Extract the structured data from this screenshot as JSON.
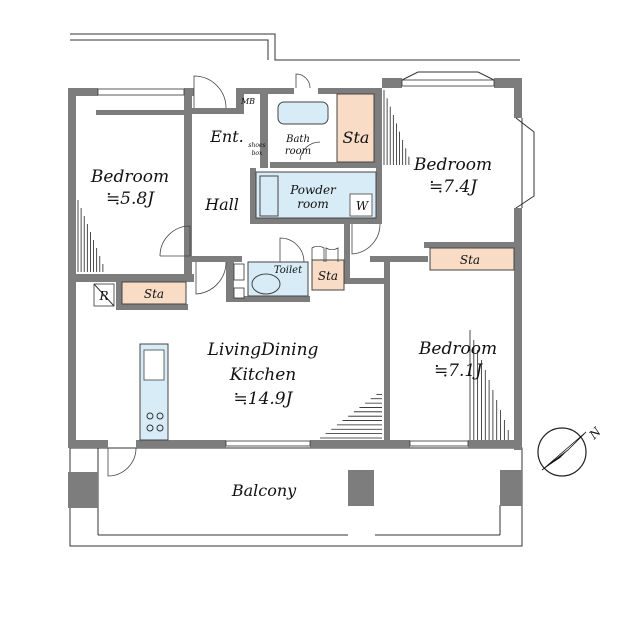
{
  "rooms": {
    "bedroom_left": {
      "name": "Bedroom",
      "size": "≒5.8J"
    },
    "bedroom_top_right": {
      "name": "Bedroom",
      "size": "≒7.4J"
    },
    "bedroom_right": {
      "name": "Bedroom",
      "size": "≒7.1J"
    },
    "ldk": {
      "name_line1": "LivingDining",
      "name_line2": "Kitchen",
      "size": "≒14.9J"
    },
    "entrance": "Ent.",
    "hall": "Hall",
    "bath_line1": "Bath",
    "bath_line2": "room",
    "powder_line1": "Powder",
    "powder_line2": "room",
    "washer": "W",
    "toilet": "Toilet",
    "balcony": "Balcony",
    "meter_box": "MB",
    "shoes_box_line1": "shoes",
    "shoes_box_line2": "box",
    "refrigerator": "R"
  },
  "storage": {
    "bath_side": "Sta",
    "toilet_side": "Sta",
    "left_bedroom": "Sta",
    "right_bedroom": "Sta"
  },
  "compass": {
    "north_label": "N"
  },
  "colors": {
    "wall": "#7d7d7d",
    "storage_fill": "#f8dcc6",
    "wet_area_fill": "#d7ecf6",
    "line": "#333333"
  }
}
